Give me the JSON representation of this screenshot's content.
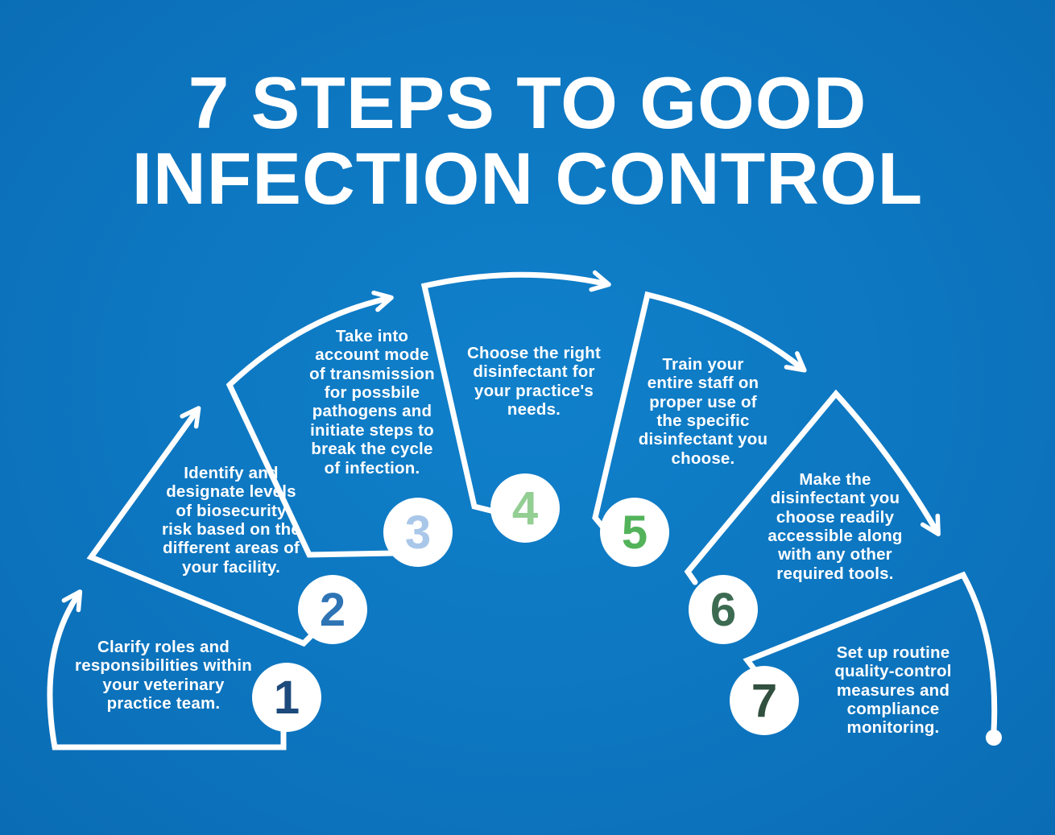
{
  "title": {
    "line1": "7 STEPS TO GOOD",
    "line2": "INFECTION CONTROL"
  },
  "colors": {
    "background": "#0d76c0",
    "line": "#ffffff",
    "circle_fill": "#ffffff",
    "text": "#ffffff"
  },
  "steps": [
    {
      "number": "1",
      "number_color": "#1d4a7c",
      "text": "Clarify roles and\nresponsibilities within\nyour veterinary\npractice team."
    },
    {
      "number": "2",
      "number_color": "#2e74b5",
      "text": "Identify and\ndesignate levels\nof biosecurity\nrisk based on the\ndifferent areas of\nyour facility."
    },
    {
      "number": "3",
      "number_color": "#a9c7e9",
      "text": "Take into\naccount mode\nof transmission\nfor possbile\npathogens and\ninitiate steps to\nbreak the cycle\nof infection."
    },
    {
      "number": "4",
      "number_color": "#93ce93",
      "text": "Choose the right\ndisinfectant for\nyour practice's\nneeds."
    },
    {
      "number": "5",
      "number_color": "#52b35a",
      "text": "Train your\nentire staff on\nproper use of\nthe specific\ndisinfectant you\nchoose."
    },
    {
      "number": "6",
      "number_color": "#3c6b52",
      "text": "Make the\ndisinfectant you\nchoose readily\naccessible along\nwith any other\nrequired tools."
    },
    {
      "number": "7",
      "number_color": "#31503f",
      "text": "Set up routine\nquality-control\nmeasures and\ncompliance\nmonitoring."
    }
  ]
}
